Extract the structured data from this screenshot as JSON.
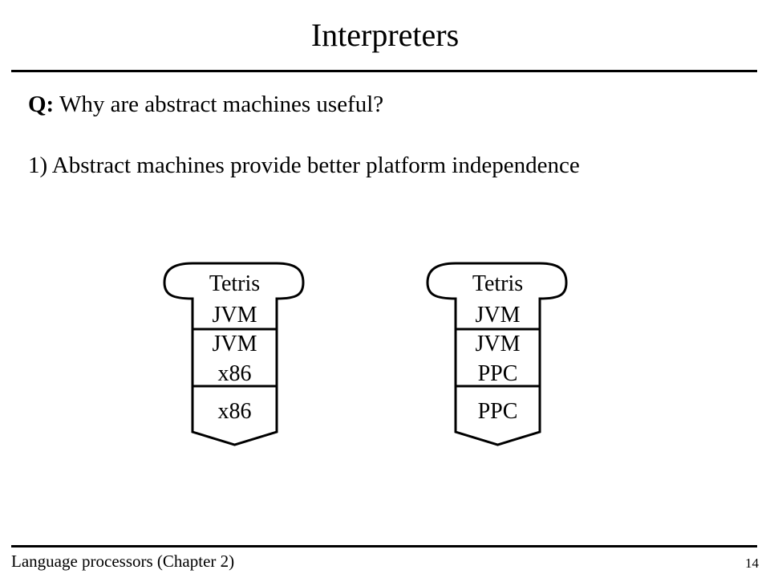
{
  "slide": {
    "title": "Interpreters",
    "question_prefix": "Q:",
    "question_text": " Why are abstract machines useful?",
    "point_1": "1) Abstract machines provide better platform independence"
  },
  "diagram": {
    "stacks": [
      {
        "program": {
          "name": "Tetris",
          "language": "JVM"
        },
        "interpreter": {
          "source": "JVM",
          "implementation": "x86"
        },
        "machine": {
          "name": "x86"
        }
      },
      {
        "program": {
          "name": "Tetris",
          "language": "JVM"
        },
        "interpreter": {
          "source": "JVM",
          "implementation": "PPC"
        },
        "machine": {
          "name": "PPC"
        }
      }
    ]
  },
  "footer": {
    "text": "Language processors (Chapter 2)",
    "page_number": "14"
  }
}
